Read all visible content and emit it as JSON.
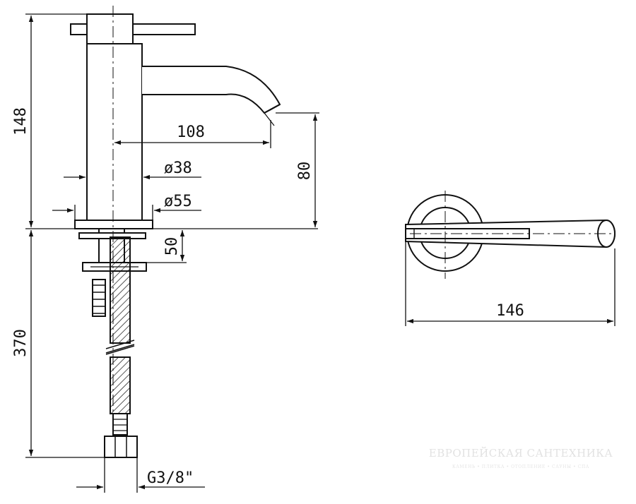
{
  "dimensions": {
    "body_height": "148",
    "spout_reach": "108",
    "spout_height": "80",
    "body_diameter": "ø38",
    "base_diameter": "ø55",
    "deck_thickness": "50",
    "hose_length": "370",
    "connection_thread": "G3/8\"",
    "handle_length": "146"
  },
  "watermark": {
    "title": "ЕВРОПЕЙСКАЯ САНТЕХНИКА",
    "subtitle": "КАМЕНЬ • ПЛИТКА • ОТОПЛЕНИЕ • САУНЫ • СПА"
  },
  "colors": {
    "line": "#111111",
    "watermark": "#e2e2e2"
  }
}
